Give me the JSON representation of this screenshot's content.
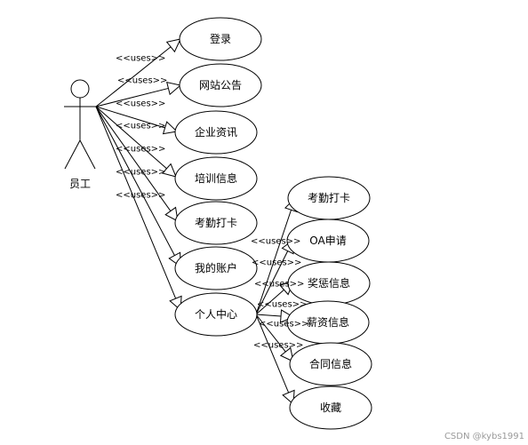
{
  "actor": {
    "label": "员工"
  },
  "relation_label": "<<uses>>",
  "use_cases": [
    {
      "id": "login",
      "label": "登录"
    },
    {
      "id": "notice",
      "label": "网站公告"
    },
    {
      "id": "news",
      "label": "企业资讯"
    },
    {
      "id": "training",
      "label": "培训信息"
    },
    {
      "id": "checkin",
      "label": "考勤打卡"
    },
    {
      "id": "account",
      "label": "我的账户"
    },
    {
      "id": "center",
      "label": "个人中心"
    }
  ],
  "sub_use_cases": [
    {
      "id": "s-checkin",
      "label": "考勤打卡"
    },
    {
      "id": "s-oa",
      "label": "OA申请"
    },
    {
      "id": "s-reward",
      "label": "奖惩信息"
    },
    {
      "id": "s-salary",
      "label": "薪资信息"
    },
    {
      "id": "s-contract",
      "label": "合同信息"
    },
    {
      "id": "s-fav",
      "label": "收藏"
    }
  ],
  "watermark": "CSDN @kybs1991"
}
